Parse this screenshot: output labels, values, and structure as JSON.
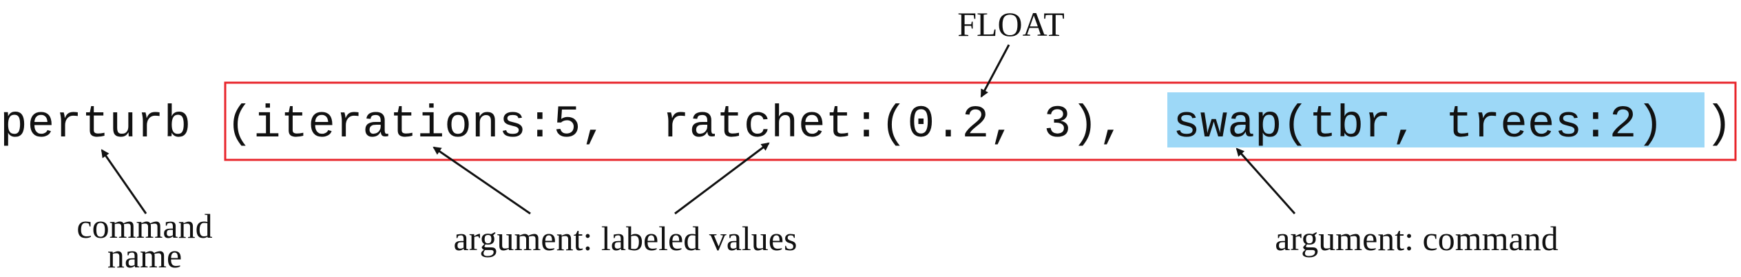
{
  "command": {
    "name": "perturb",
    "open_paren": "(",
    "arg_iterations": "iterations:5,",
    "arg_ratchet": "ratchet:(0.2, 3),",
    "arg_swap": "swap(tbr, trees:2)",
    "close_paren": ")"
  },
  "labels": {
    "float": "FLOAT",
    "command_name_line1": "command",
    "command_name_line2": "name",
    "labeled_values": "argument: labeled values",
    "argument_command": "argument: command"
  },
  "colors": {
    "box_border": "#e8252b",
    "highlight": "#9dd8f7",
    "text": "#111111"
  }
}
